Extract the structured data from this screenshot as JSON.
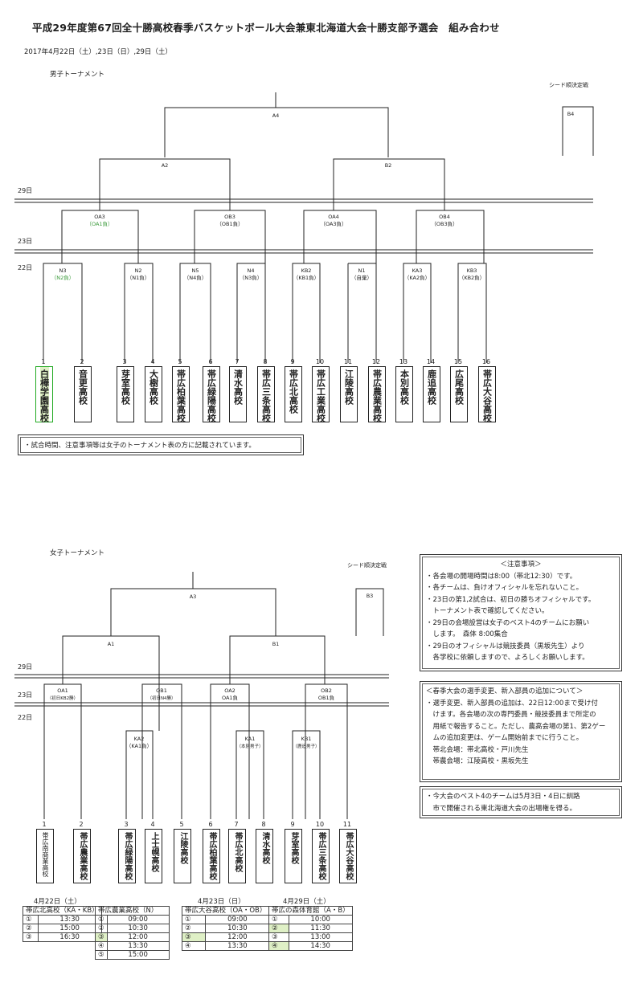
{
  "title": "平成29年度第67回全十勝高校春季バスケットボール大会兼東北海道大会十勝支部予選会　組み合わせ",
  "dates": "2017年4月22日（土）,23日（日）,29日（土）",
  "boys": {
    "label": "男子トーナメント",
    "seed_label": "シード順決定戦",
    "day_labels": [
      "29日",
      "23日",
      "22日"
    ],
    "match_labels": {
      "A4": "A4",
      "A2": "A2",
      "B2": "B2",
      "B4": "B4",
      "OA3": "OA3",
      "OA3_sub": "（OA1負）",
      "OB3": "OB3",
      "OB3_sub": "（OB1負）",
      "OA4": "OA4",
      "OA4_sub": "（OA3負）",
      "OB4": "OB4",
      "OB4_sub": "（OB3負）",
      "N3": "N3",
      "N3_sub": "（N2負）",
      "N2": "N2",
      "N2_sub": "（N1負）",
      "N5": "N5",
      "N5_sub": "（N4負）",
      "N4": "N4",
      "N4_sub": "（N3負）",
      "KB2": "KB2",
      "KB2_sub": "（KB1負）",
      "N1": "N1",
      "N1_sub": "（自棄）",
      "KA3": "KA3",
      "KA3_sub": "（KA2負）",
      "KB3": "KB3",
      "KB3_sub": "（KB2負）"
    },
    "teams": [
      {
        "num": "1",
        "name": "白樺学園高校",
        "highlight": true
      },
      {
        "num": "2",
        "name": "音更高校"
      },
      {
        "num": "3",
        "name": "芽室高校"
      },
      {
        "num": "4",
        "name": "大樹高校"
      },
      {
        "num": "5",
        "name": "帯広柏葉高校"
      },
      {
        "num": "6",
        "name": "帯広緑陽高校"
      },
      {
        "num": "7",
        "name": "清水高校"
      },
      {
        "num": "8",
        "name": "帯広三条高校"
      },
      {
        "num": "9",
        "name": "帯広北高校"
      },
      {
        "num": "10",
        "name": "帯広工業高校"
      },
      {
        "num": "11",
        "name": "江陵高校"
      },
      {
        "num": "12",
        "name": "帯広農業高校"
      },
      {
        "num": "13",
        "name": "本別高校"
      },
      {
        "num": "14",
        "name": "鹿追高校"
      },
      {
        "num": "15",
        "name": "広尾高校"
      },
      {
        "num": "16",
        "name": "帯広大谷高校"
      }
    ],
    "note": "・試合時間、注意事項等は女子のトーナメント表の方に記載されています。"
  },
  "girls": {
    "label": "女子トーナメント",
    "seed_label": "シード順決定戦",
    "day_labels": [
      "29日",
      "23日",
      "22日"
    ],
    "match_labels": {
      "A3": "A3",
      "A1": "A1",
      "B1": "B1",
      "B3": "B3",
      "OA1": "OA1",
      "OA1_sub": "（初日KB2勝）",
      "OB1": "OB1",
      "OB1_sub": "（初日N4勝）",
      "OA2": "OA2",
      "OA2_sub": "OA1負",
      "OB2": "OB2",
      "OB2_sub": "OB1負",
      "KA2": "KA2",
      "KA2_sub": "（KA1負）",
      "KA1": "KA1",
      "KA1_sub": "（本別男子）",
      "KB1": "KB1",
      "KB1_sub": "（鹿追男子）"
    },
    "teams": [
      {
        "num": "1",
        "name": "帯広南商業高校",
        "small": true
      },
      {
        "num": "2",
        "name": "帯広農業高校"
      },
      {
        "num": "3",
        "name": "帯広緑陽高校"
      },
      {
        "num": "4",
        "name": "上士幌高校"
      },
      {
        "num": "5",
        "name": "江陵高校"
      },
      {
        "num": "6",
        "name": "帯広柏葉高校"
      },
      {
        "num": "7",
        "name": "帯広北高校"
      },
      {
        "num": "8",
        "name": "清水高校"
      },
      {
        "num": "9",
        "name": "芽室高校"
      },
      {
        "num": "10",
        "name": "帯広三条高校"
      },
      {
        "num": "11",
        "name": "帯広大谷高校"
      }
    ]
  },
  "notes": {
    "title": "＜注意事項＞",
    "items": [
      "・各会場の開場時間は8:00（帯北12:30）です。",
      "・各チームは、負けオフィシャルを忘れないこと。",
      "・23日の第1,2試合は、初日の勝ちオフィシャルです。",
      "　トーナメント表で確認してください。",
      "・29日の会場設営は女子のベスト4のチームにお願い",
      "　します。　森体 8:00集合",
      "・29日のオフィシャルは競技委員（黒坂先生）より",
      "　各学校に依頼しますので、よろしくお願いします。"
    ]
  },
  "changes": {
    "title": "＜春季大会の選手変更、新入部員の追加について＞",
    "items": [
      "・選手変更、新入部員の追加は、22日12:00まで受け付",
      "　けます。各会場の次の専門委員・競技委員まで所定の",
      "　用紙で報告すること。ただし、農高会場の第1、第2ゲー",
      "　ムの追加変更は、ゲーム開始前までに行うこと。",
      "　帯北会場：帯北高校・戸川先生",
      "　帯農会場：江陵高校・黒坂先生"
    ]
  },
  "best4": {
    "items": [
      "・今大会のベスト4のチームは5月3日・4日に釧路",
      "　市で開催される東北海道大会の出場権を得る。"
    ]
  },
  "schedules": {
    "day1": {
      "date": "4月22日（土）",
      "venue1": "帯広北高校（KA・KB）",
      "venue2": "帯広農業高校（N）",
      "rows1": [
        [
          "①",
          "13:30"
        ],
        [
          "②",
          "15:00"
        ],
        [
          "③",
          "16:30"
        ]
      ],
      "rows2": [
        [
          "①",
          "09:00"
        ],
        [
          "②",
          "10:30"
        ],
        [
          "③",
          "12:00"
        ],
        [
          "④",
          "13:30"
        ],
        [
          "⑤",
          "15:00"
        ]
      ]
    },
    "day2": {
      "date": "4月23日（日）",
      "venue": "帯広大谷高校（OA・OB）",
      "rows": [
        [
          "①",
          "09:00"
        ],
        [
          "②",
          "10:30"
        ],
        [
          "③",
          "12:00"
        ],
        [
          "④",
          "13:30"
        ]
      ]
    },
    "day3": {
      "date": "4月29日（土）",
      "venue": "帯広の森体育館（A・B）",
      "rows": [
        [
          "①",
          "10:00"
        ],
        [
          "②",
          "11:30"
        ],
        [
          "③",
          "13:00"
        ],
        [
          "④",
          "14:30"
        ]
      ]
    }
  }
}
